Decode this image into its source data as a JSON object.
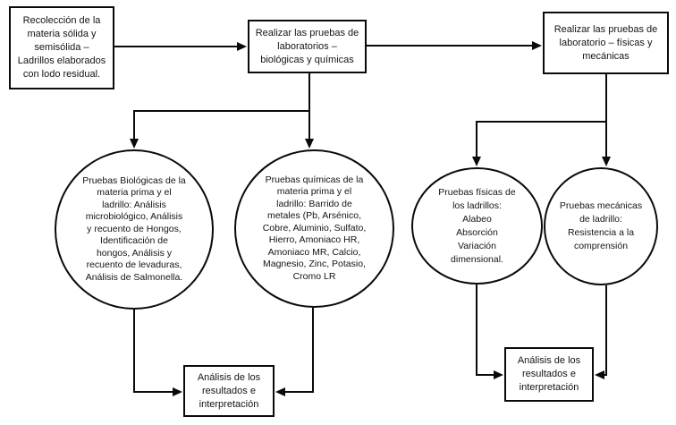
{
  "diagram": {
    "background_color": "#ffffff",
    "stroke_color": "#0a0a0a",
    "nodes": {
      "collection": {
        "shape": "rectangle",
        "label": "Recolección de la\nmateria sólida y\nsemisólida –\nLadrillos elaborados\ncon lodo residual."
      },
      "lab_bio_chem": {
        "shape": "rectangle",
        "label": "Realizar las pruebas de\nlaboratorios –\nbiológicas y químicas"
      },
      "lab_phys_mech": {
        "shape": "rectangle",
        "label": "Realizar las pruebas de\nlaboratorio – físicas y\nmecánicas"
      },
      "biological_tests": {
        "shape": "circle",
        "label": "Pruebas Biológicas de la\nmateria prima y el\nladrillo:  Análisis\nmicrobiológico, Análisis\ny recuento de Hongos,\nIdentificación de\nhongos, Análisis y\nrecuento de levaduras,\nAnálisis de Salmonella."
      },
      "chemical_tests": {
        "shape": "circle",
        "label": "Pruebas químicas de la\nmateria prima y el\nladrillo:  Barrido de\nmetales (Pb, Arsénico,\nCobre, Aluminio, Sulfato,\nHierro, Amoniaco HR,\nAmoniaco MR, Calcio,\nMagnesio, Zinc, Potasio,\nCromo LR"
      },
      "physical_tests": {
        "shape": "circle",
        "label": "Pruebas físicas de\nlos ladrillos:\nAlabeo\nAbsorción\nVariación\ndimensional."
      },
      "mechanical_tests": {
        "shape": "circle",
        "label": "Pruebas mecánicas\nde ladrillo:\nResistencia a la\ncomprensión"
      },
      "analysis_left": {
        "shape": "rectangle",
        "label": "Análisis de los\nresultados e\ninterpretación"
      },
      "analysis_right": {
        "shape": "rectangle",
        "label": "Análisis de los\nresultados e\ninterpretación"
      }
    }
  }
}
